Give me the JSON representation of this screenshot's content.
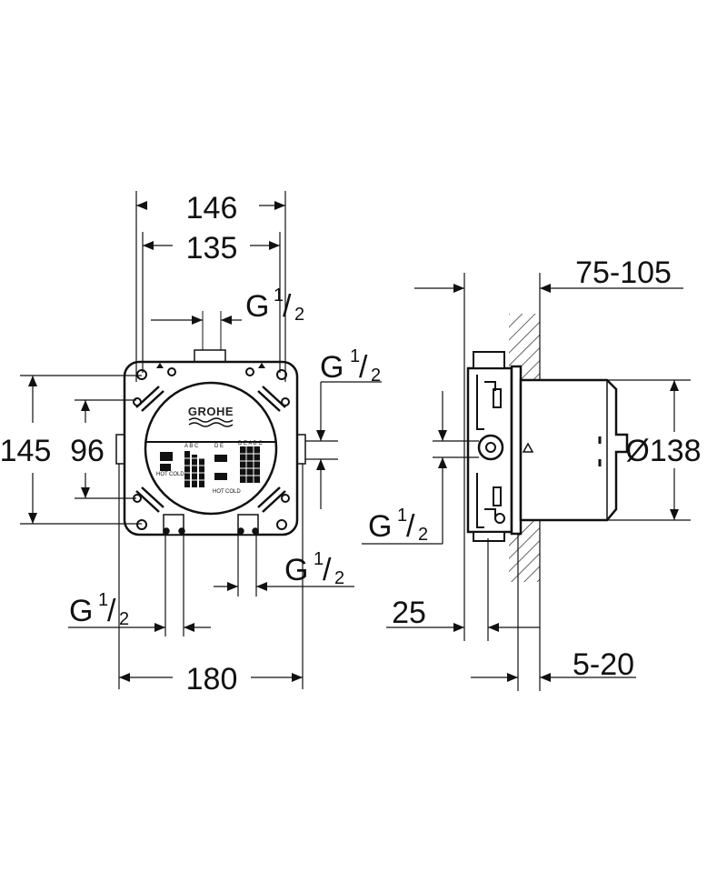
{
  "brand": "GROHE",
  "dims": {
    "w146": "146",
    "w135": "135",
    "h145": "145",
    "h96": "96",
    "w180": "180",
    "d75_105": "75-105",
    "d25": "25",
    "d5_20": "5-20",
    "dia138": "Ø138"
  },
  "threads": {
    "g": "G",
    "num": "1",
    "den": "2"
  },
  "panel": {
    "abc": "A B C",
    "de": "D E",
    "deabc": "D E A B C",
    "hot": "HOT",
    "cold": "COLD"
  }
}
